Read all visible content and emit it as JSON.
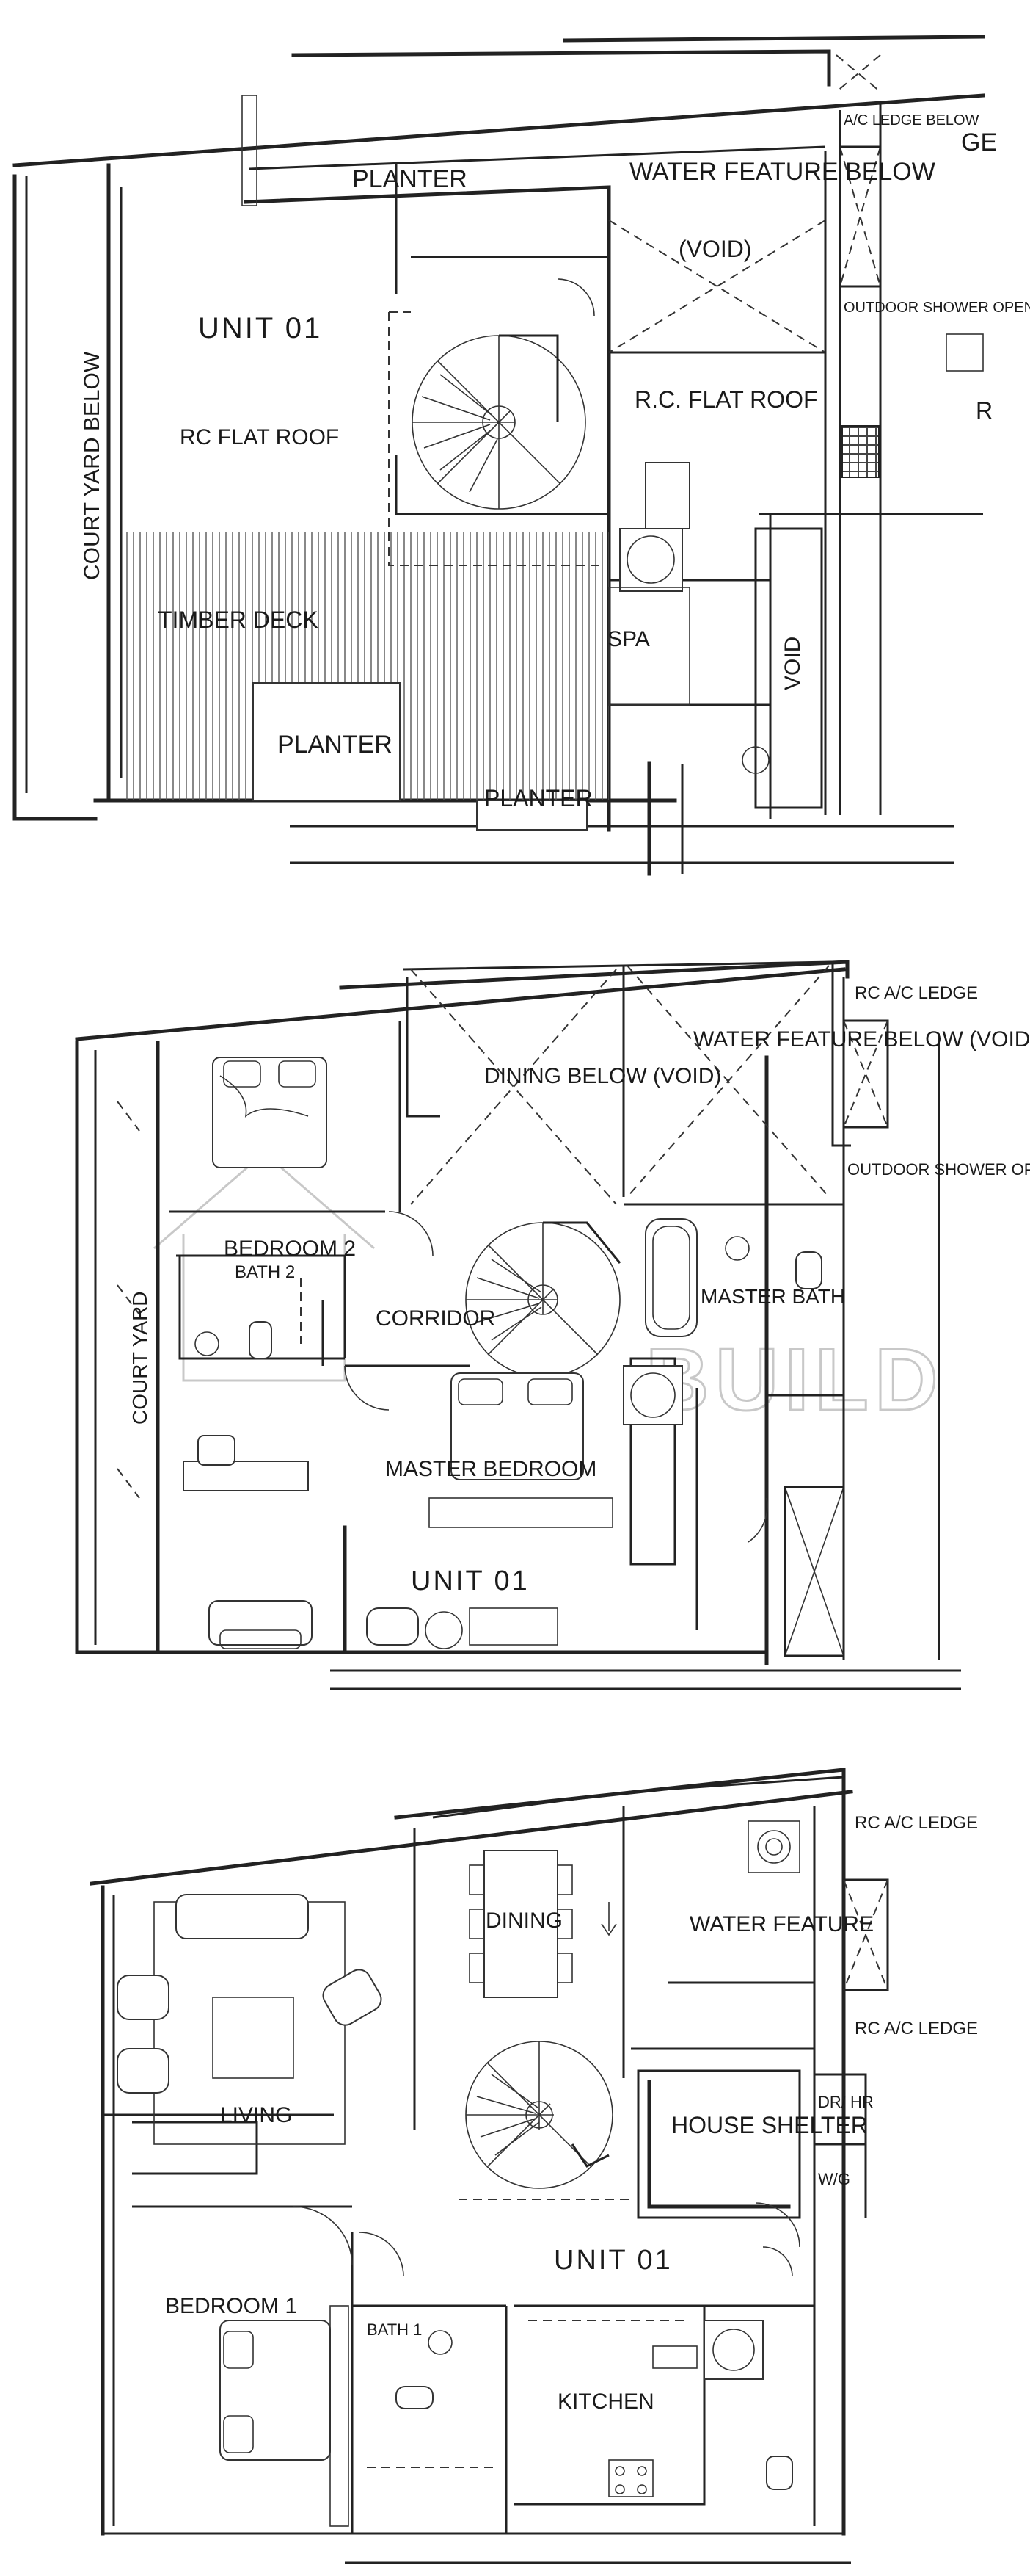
{
  "watermark": {
    "text": "BUILD"
  },
  "floors": [
    {
      "id": "roof",
      "labels": {
        "court_yard_below": "COURT YARD BELOW",
        "planter_top": "PLANTER",
        "water_feature_below": "WATER FEATURE BELOW",
        "void": "(VOID)",
        "ac_ledge_below": "A/C LEDGE BELOW",
        "ge": "GE",
        "unit": "UNIT 01",
        "rc_flat_roof_left": "RC FLAT ROOF",
        "rc_flat_roof_right": "R.C. FLAT ROOF",
        "outdoor_shower": "OUTDOOR SHOWER OPEN TO SKY BELOW",
        "r": "R",
        "timber_deck": "TIMBER DECK",
        "spa": "SPA",
        "void_right": "VOID",
        "planter_mid": "PLANTER",
        "planter_bottom": "PLANTER"
      }
    },
    {
      "id": "upper",
      "labels": {
        "rc_ac_ledge": "RC A/C LEDGE",
        "dining_below": "DINING BELOW (VOID)",
        "water_feature_below": "WATER FEATURE BELOW (VOID)",
        "bedroom_2": "BEDROOM 2",
        "outdoor_shower": "OUTDOOR SHOWER OPEN TO SKY",
        "bath_2": "BATH 2",
        "corridor": "CORRIDOR",
        "master_bath": "MASTER BATH",
        "court_yard": "COURT YARD",
        "master_bedroom": "MASTER BEDROOM",
        "unit": "UNIT 01"
      }
    },
    {
      "id": "lower",
      "labels": {
        "rc_ac_ledge_top": "RC A/C LEDGE",
        "dining": "DINING",
        "water_feature": "WATER FEATURE",
        "rc_ac_ledge_bottom": "RC A/C LEDGE",
        "living": "LIVING",
        "house_shelter": "HOUSE SHELTER",
        "dr_hr": "DR/ HR",
        "wg": "W/G",
        "unit": "UNIT 01",
        "bedroom_1": "BEDROOM 1",
        "bath_1": "BATH 1",
        "kitchen": "KITCHEN"
      }
    }
  ]
}
